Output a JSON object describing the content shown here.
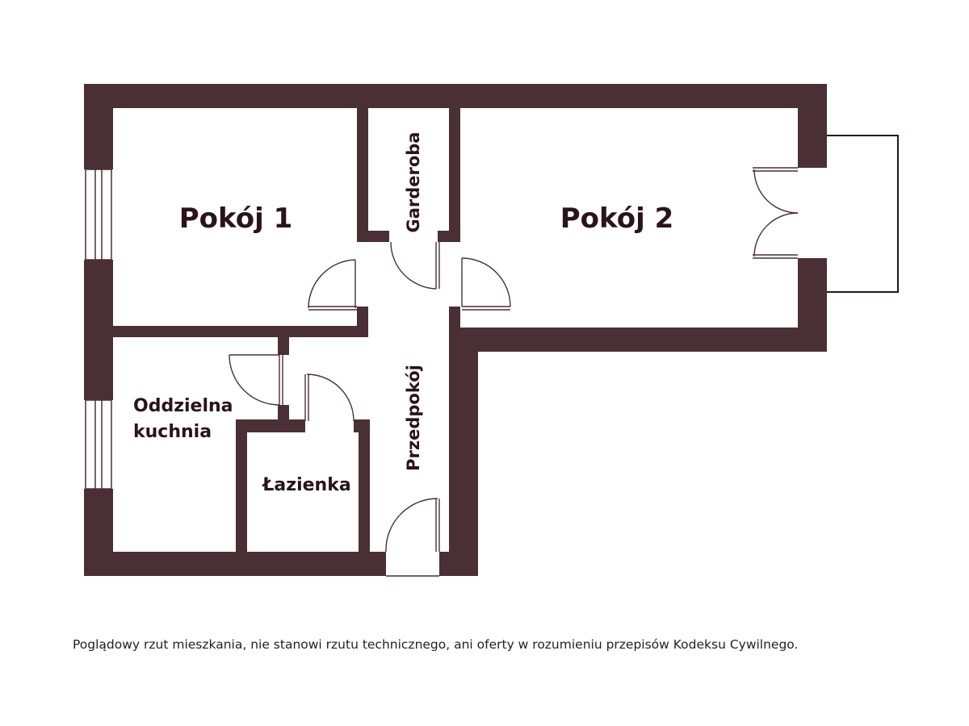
{
  "rooms": {
    "pokoj1": "Pokój 1",
    "pokoj2": "Pokój 2",
    "garderoba": "Garderoba",
    "kuchnia_line1": "Oddzielna",
    "kuchnia_line2": "kuchnia",
    "lazienka": "Łazienka",
    "przedpokoj": "Przedpokój"
  },
  "disclaimer": "Poglądowy rzut mieszkania, nie stanowi rzutu technicznego, ani oferty w rozumieniu przepisów Kodeksu Cywilnego.",
  "colors": {
    "wall": "#4a2f35",
    "label": "#2a1418",
    "background": "#ffffff"
  }
}
